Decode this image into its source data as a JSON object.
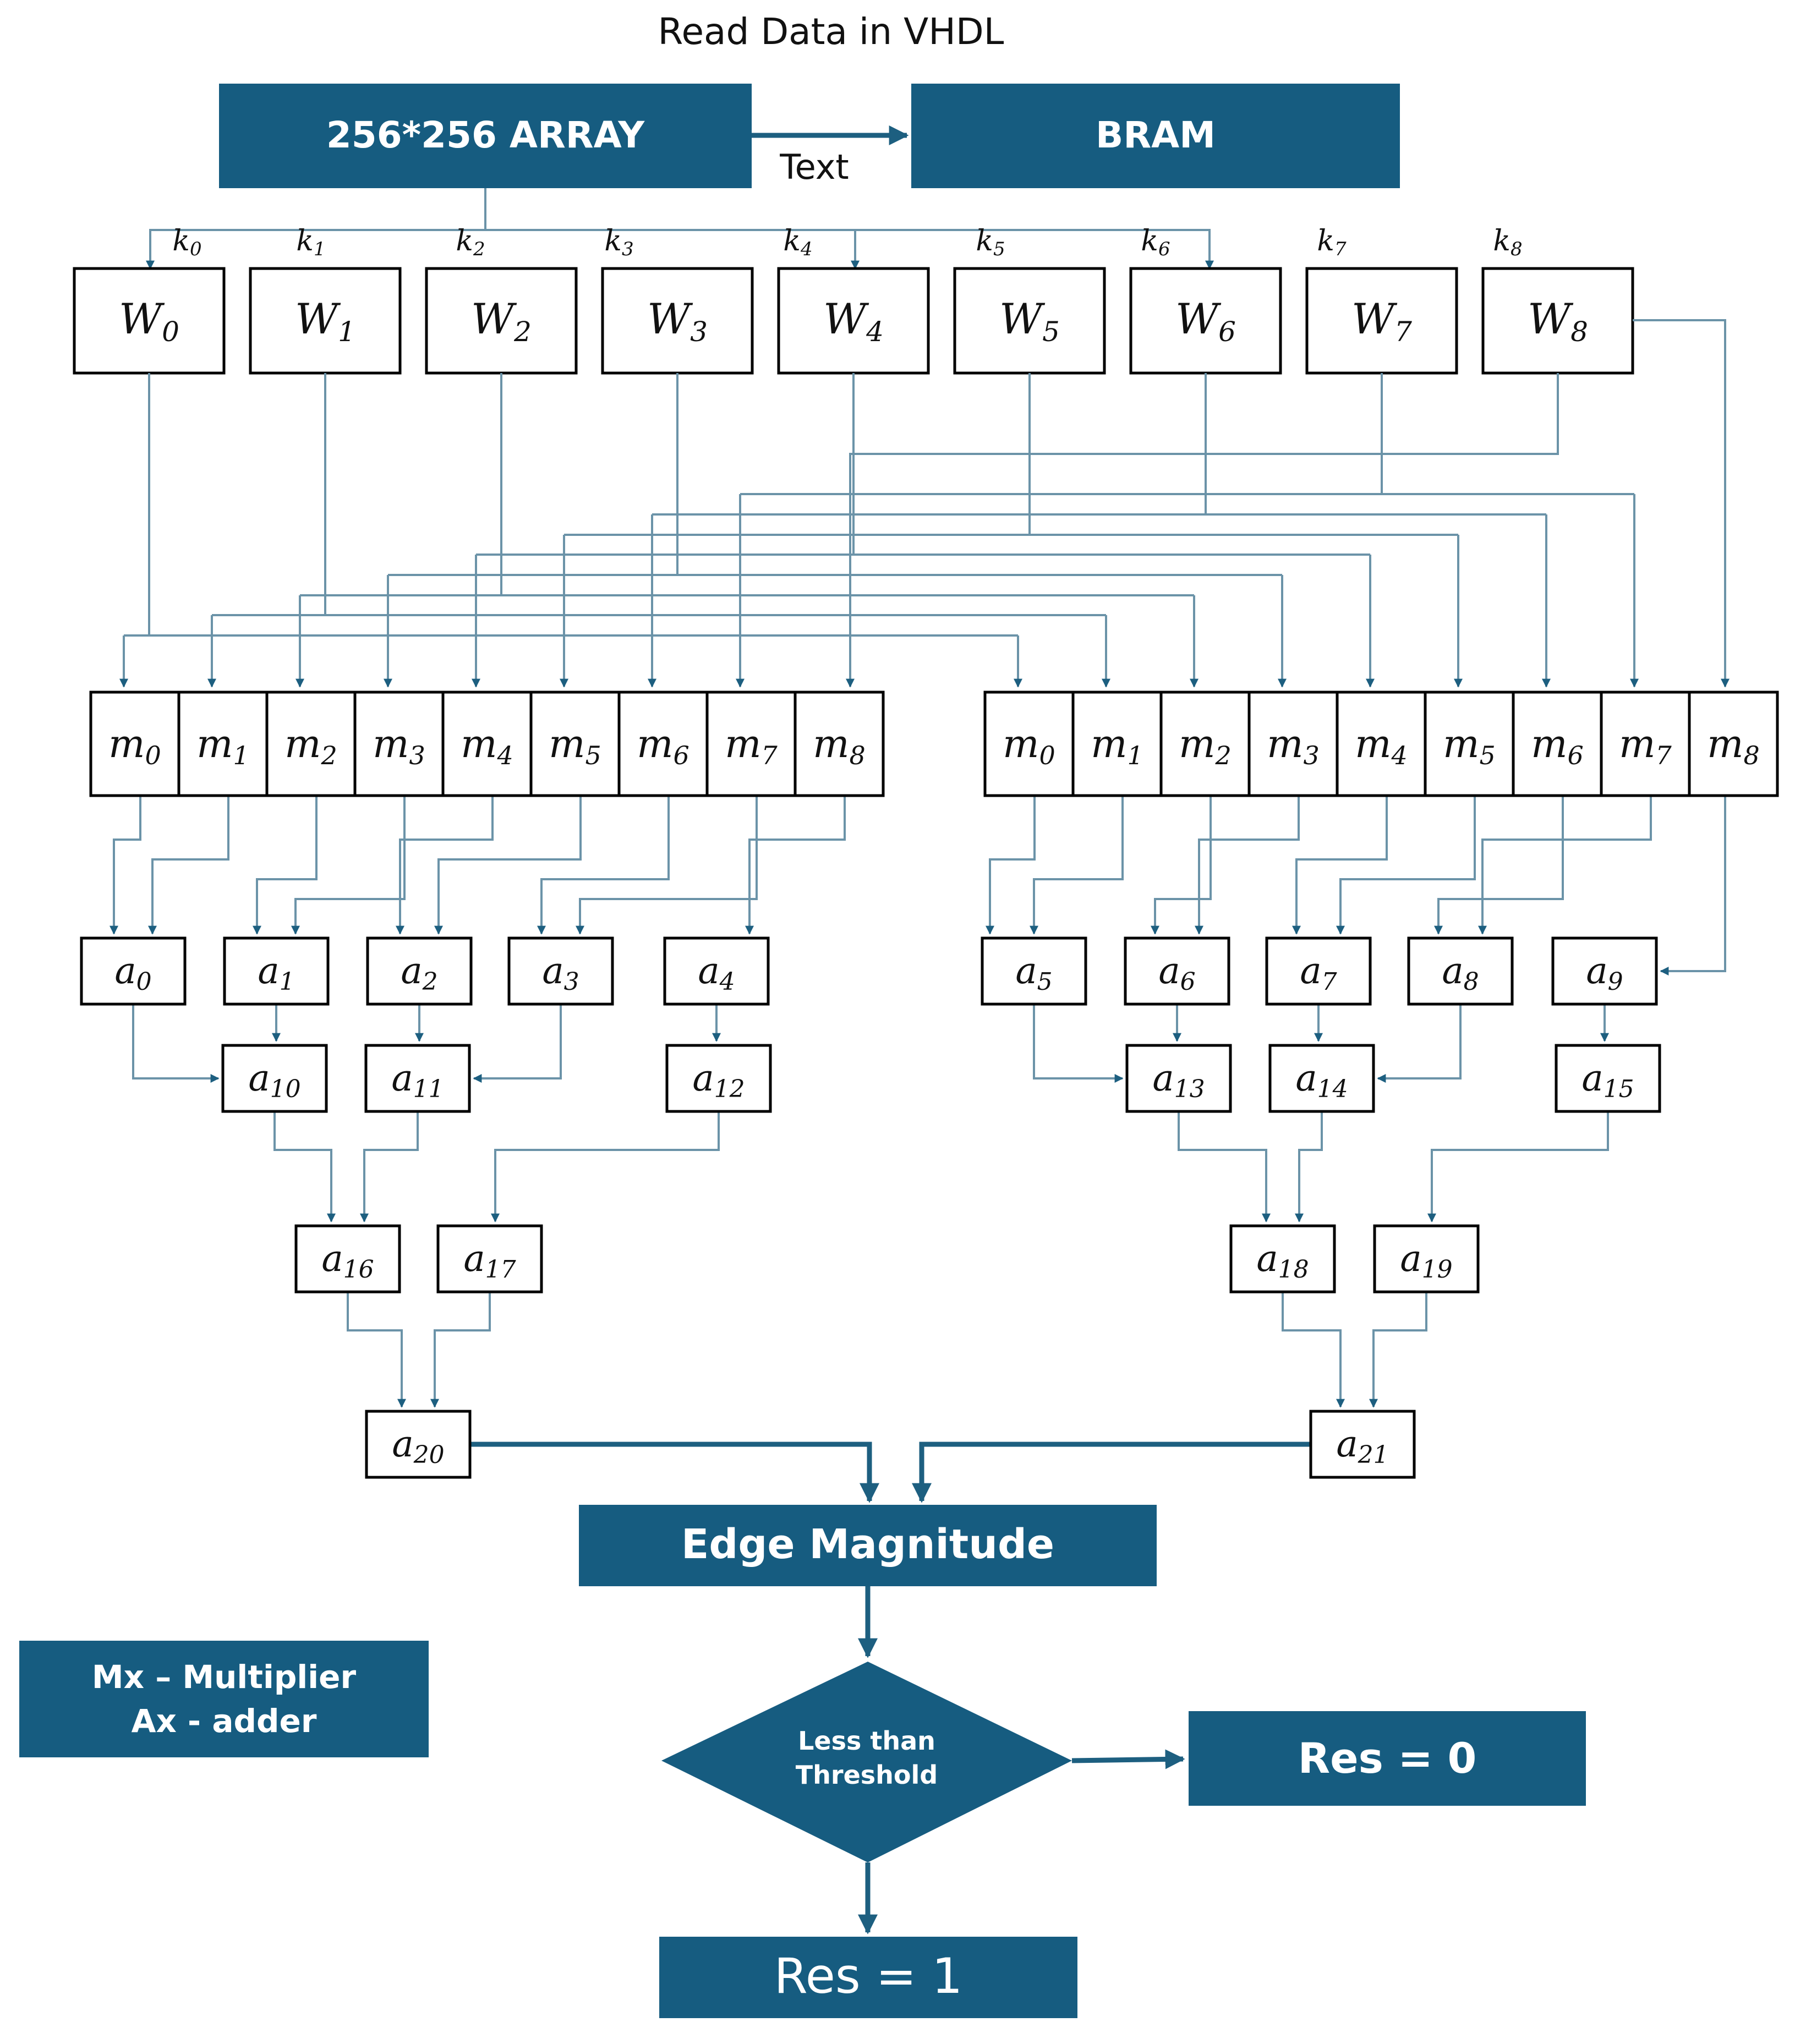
{
  "title": "Read Data in VHDL",
  "top": {
    "array_label": "256*256 ARRAY",
    "bram_label": "BRAM",
    "edge_label": "Text"
  },
  "kernels": [
    "k",
    "k",
    "k",
    "k",
    "k",
    "k",
    "k",
    "k",
    "k"
  ],
  "kernel_subs": [
    "0",
    "1",
    "2",
    "3",
    "4",
    "5",
    "6",
    "7",
    "8"
  ],
  "window_letter": "W",
  "multiplier_letter": "m",
  "adder_letter": "a",
  "legend": {
    "line1": "Mx – Multiplier",
    "line2": "Ax - adder"
  },
  "edge_magnitude": "Edge Magnitude",
  "decision": {
    "line1": "Less than",
    "line2": "Threshold"
  },
  "res_zero": "Res = 0",
  "res_one": "Res = 1",
  "colors": {
    "block": "#165c80",
    "wire": "#6b93a8",
    "wire_thick": "#1d5f80"
  }
}
